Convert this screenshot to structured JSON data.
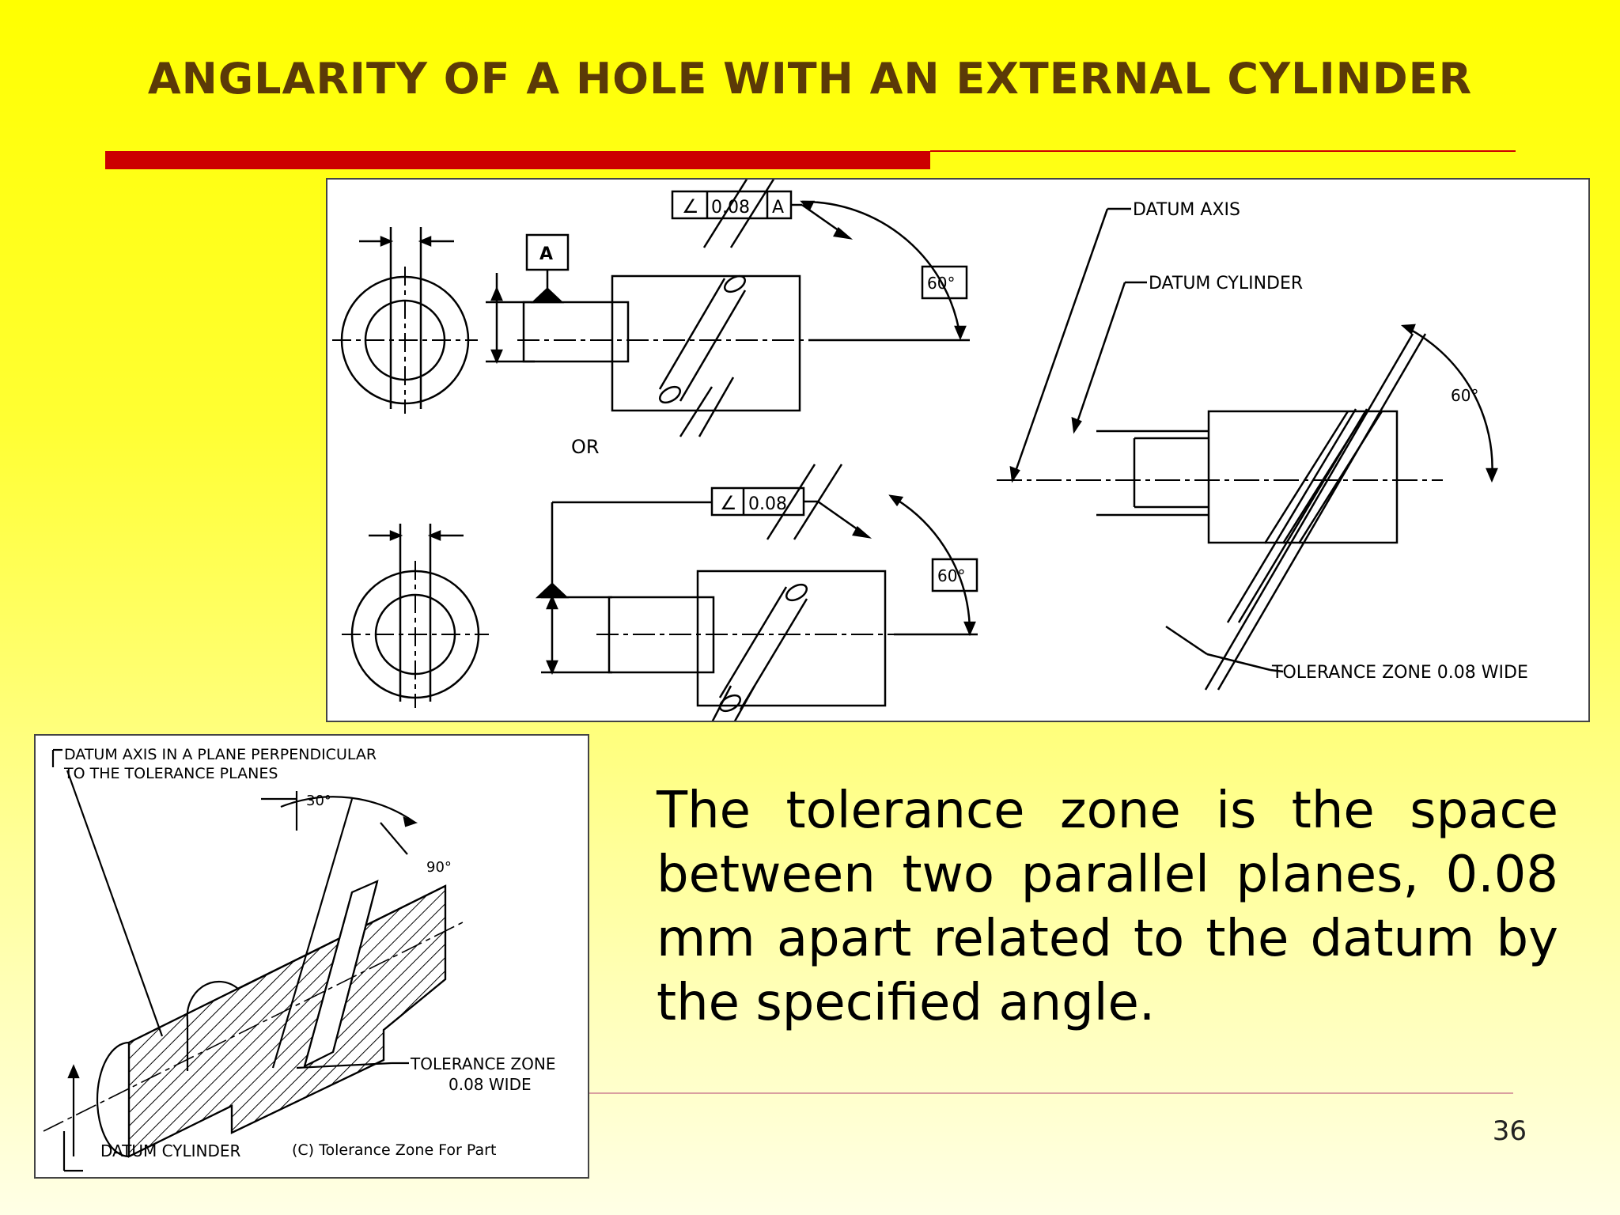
{
  "slide": {
    "title": "ANGLARITY OF A HOLE WITH AN EXTERNAL CYLINDER",
    "description": "The tolerance zone is the space between two parallel planes, 0.08 mm apart related to the datum by the specified angle.",
    "page_number": "36"
  },
  "colors": {
    "title": "#5b3a07",
    "accent_rule": "#cc0000",
    "background_top": "#ffff00",
    "background_bottom": "#ffffe6"
  },
  "drawing_top": {
    "frame1": {
      "symbol": "∠",
      "tolerance": "0.08",
      "datum": "A"
    },
    "datum_label": "A",
    "angle1": "60°",
    "or_label": "OR",
    "frame2": {
      "symbol": "∠",
      "tolerance": "0.08"
    },
    "angle2": "60°",
    "datum_axis_label": "DATUM AXIS",
    "datum_cylinder_label": "DATUM CYLINDER",
    "angle3": "60°",
    "tolerance_zone_label": "TOLERANCE ZONE 0.08 WIDE"
  },
  "drawing_bottom": {
    "datum_axis_line1": "DATUM AXIS IN A PLANE PERPENDICULAR",
    "datum_axis_line2": "TO THE TOLERANCE PLANES",
    "angle_30": "30°",
    "angle_90": "90°",
    "tolerance_zone_line1": "TOLERANCE ZONE",
    "tolerance_zone_line2": "0.08 WIDE",
    "datum_cylinder_label": "DATUM CYLINDER",
    "caption": "(C) Tolerance Zone For Part"
  }
}
